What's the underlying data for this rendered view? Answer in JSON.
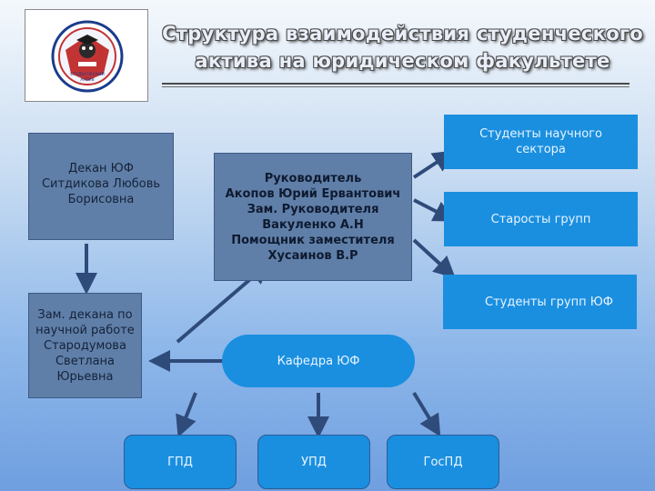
{
  "title": {
    "line1": "Структура взаимодействия студенческого",
    "line2": "актива на юридическом факультете"
  },
  "boxes": {
    "dean": {
      "l1": "Декан ЮФ",
      "l2": "Ситдикова Любовь",
      "l3": "Борисовна"
    },
    "head": {
      "l1": "Руководитель",
      "l2": "Акопов Юрий Ервантович",
      "l3": "Зам. Руководителя",
      "l4": "Вакуленко А.Н",
      "l5": "Помощник заместителя",
      "l6": "Хусаинов В.Р"
    },
    "deputy": {
      "l1": "Зам. декана по",
      "l2": "научной работе",
      "l3": "Стародумова",
      "l4": "Светлана Юрьевна"
    },
    "science_students": {
      "l1": "Студенты научного",
      "l2": "сектора"
    },
    "group_heads": "Старосты групп",
    "group_students": "Студенты групп ЮФ",
    "department": "Кафедра ЮФ",
    "gpd": "ГПД",
    "upd": "УПД",
    "gospd": "ГосПД"
  },
  "logo": {
    "text_top": "СТУДЕНЧЕСКИЙ",
    "text_mid": "АКТИВ"
  },
  "colors": {
    "box_gray": "#5f7fa8",
    "box_blue": "#1a8fe0",
    "arrow": "#2f4b7a"
  }
}
